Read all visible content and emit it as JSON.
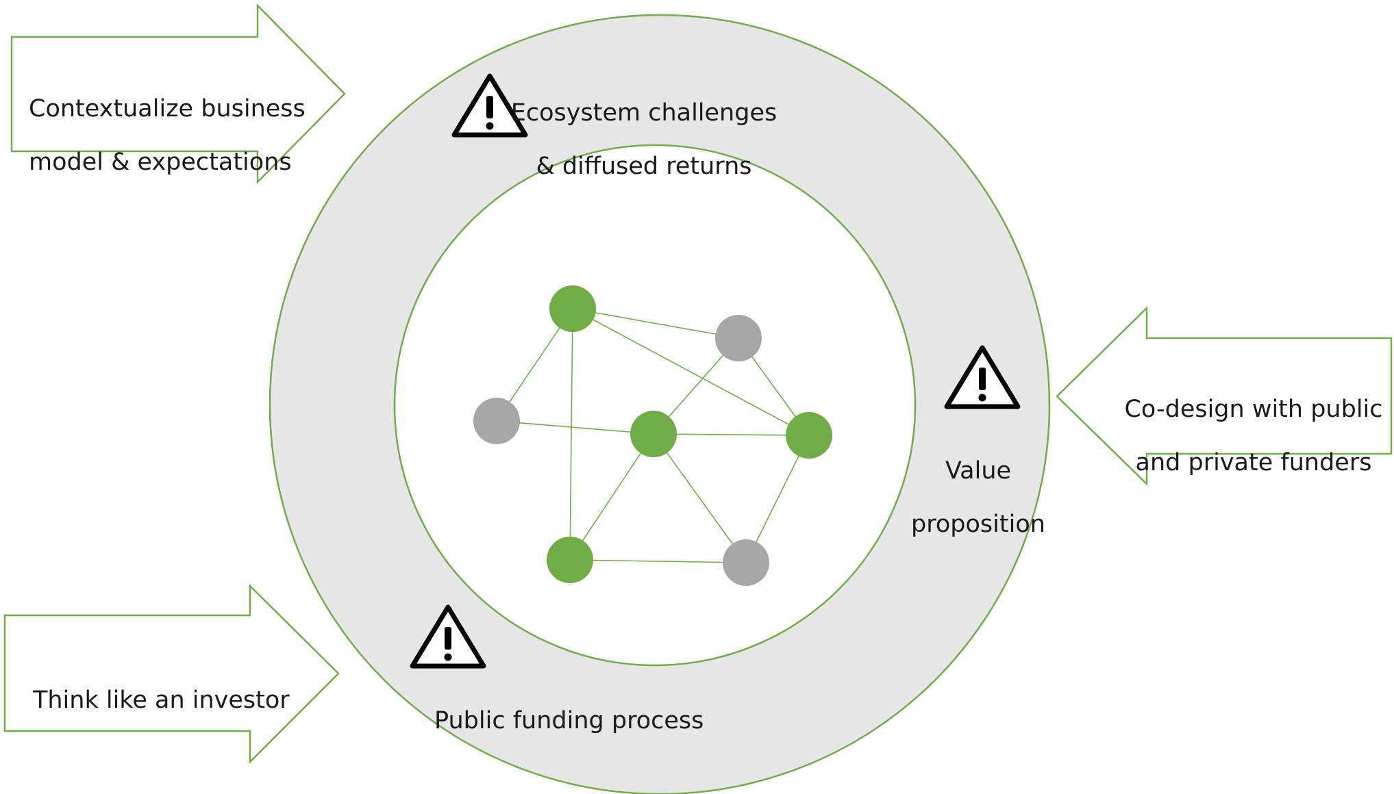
{
  "arrows": {
    "top_left": {
      "line1": "Contextualize business",
      "line2": "model & expectations"
    },
    "bottom_left": {
      "text": "Think like an investor"
    },
    "right": {
      "line1": "Co-design with public",
      "line2": "and private funders"
    }
  },
  "ring_labels": {
    "top": {
      "line1": "Ecosystem challenges",
      "line2": "& diffused returns",
      "icon": "warning-icon"
    },
    "right": {
      "line1": "Value",
      "line2": "proposition",
      "icon": "warning-icon"
    },
    "bottom": {
      "text": "Public funding process",
      "icon": "warning-icon"
    }
  },
  "network": {
    "nodes": [
      {
        "id": "n1",
        "status": "active"
      },
      {
        "id": "n2",
        "status": "inactive"
      },
      {
        "id": "n3",
        "status": "inactive"
      },
      {
        "id": "n4",
        "status": "active"
      },
      {
        "id": "n5",
        "status": "active"
      },
      {
        "id": "n6",
        "status": "active"
      },
      {
        "id": "n7",
        "status": "inactive"
      }
    ],
    "edges": [
      [
        "n1",
        "n2"
      ],
      [
        "n1",
        "n5"
      ],
      [
        "n1",
        "n3"
      ],
      [
        "n1",
        "n6"
      ],
      [
        "n2",
        "n4"
      ],
      [
        "n2",
        "n5"
      ],
      [
        "n3",
        "n4"
      ],
      [
        "n4",
        "n5"
      ],
      [
        "n4",
        "n6"
      ],
      [
        "n4",
        "n7"
      ],
      [
        "n5",
        "n7"
      ],
      [
        "n6",
        "n7"
      ]
    ]
  },
  "colors": {
    "accent_green": "#70ad47",
    "ring_fill": "#e7e6e6",
    "node_gray": "#a6a6a6",
    "text": "#1a1a1a"
  }
}
